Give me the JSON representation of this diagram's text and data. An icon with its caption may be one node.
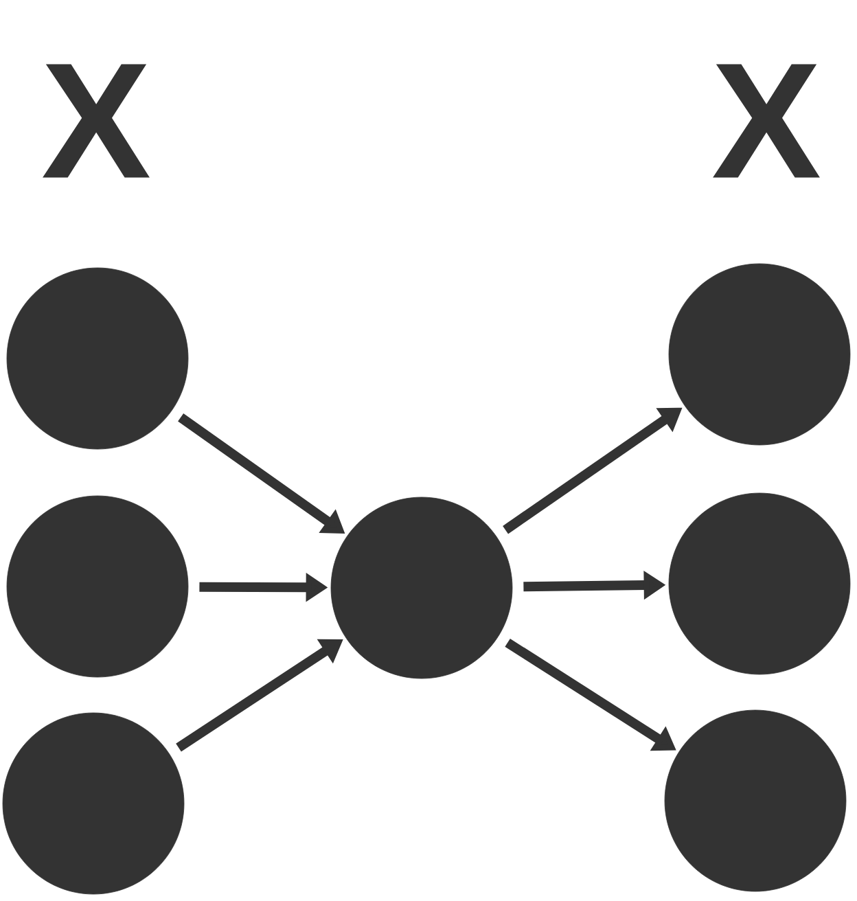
{
  "diagram": {
    "nodes": [
      {
        "text": [],
        "shape": "circle"
      },
      {
        "text": [],
        "shape": "circle"
      },
      {
        "text": [],
        "shape": "circle"
      },
      {
        "text": [],
        "shape": "circle"
      },
      {
        "text": [],
        "shape": "circle"
      },
      {
        "text": [],
        "shape": "circle"
      },
      {
        "text": [],
        "shape": "circle"
      }
    ],
    "edges": [
      {
        "from": 0,
        "to": 3,
        "arrow": "to"
      },
      {
        "from": 1,
        "to": 3,
        "arrow": "to"
      },
      {
        "from": 2,
        "to": 3,
        "arrow": "to"
      },
      {
        "from": 3,
        "to": 4,
        "arrow": "to"
      },
      {
        "from": 3,
        "to": 5,
        "arrow": "to"
      },
      {
        "from": 3,
        "to": 6,
        "arrow": "to"
      }
    ],
    "labels": [
      "X",
      "X"
    ]
  }
}
